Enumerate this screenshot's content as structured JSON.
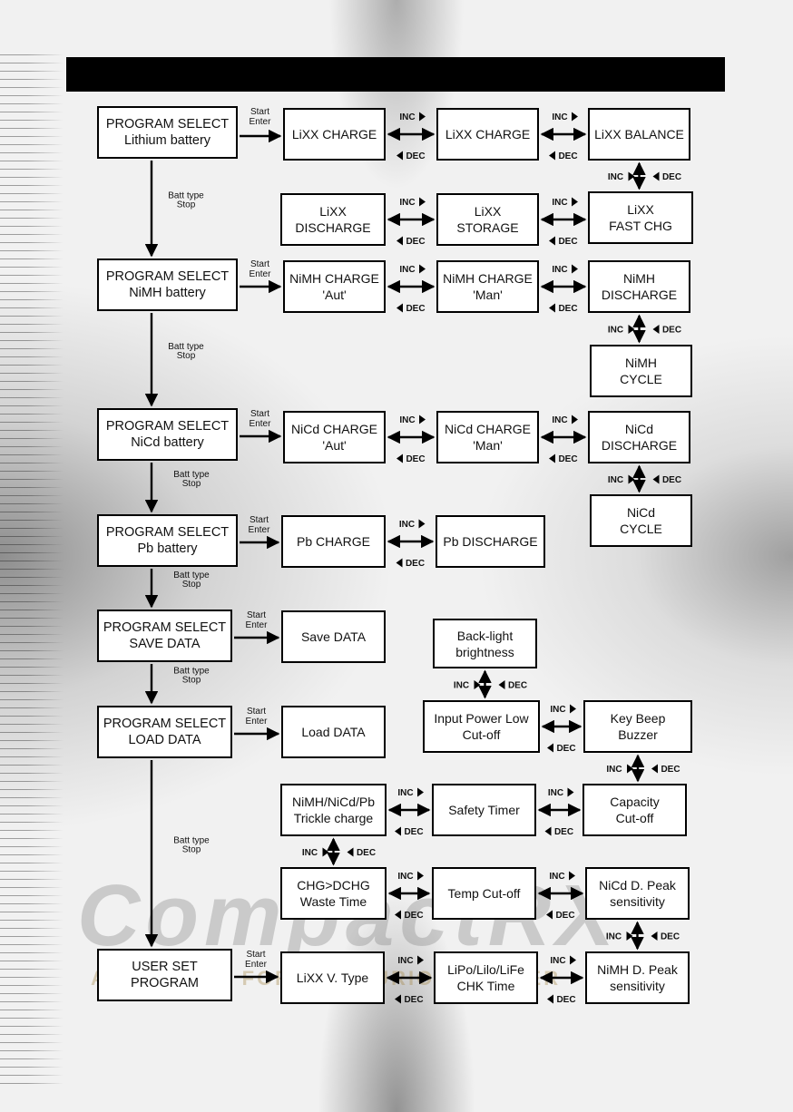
{
  "left_boxes": [
    {
      "id": "L1",
      "text": "PROGRAM SELECT\nLithium battery"
    },
    {
      "id": "L2",
      "text": "PROGRAM SELECT\nNiMH battery"
    },
    {
      "id": "L3",
      "text": "PROGRAM SELECT\nNiCd battery"
    },
    {
      "id": "L4",
      "text": "PROGRAM SELECT\nPb battery"
    },
    {
      "id": "L5",
      "text": "PROGRAM SELECT\nSAVE DATA"
    },
    {
      "id": "L6",
      "text": "PROGRAM SELECT\nLOAD DATA"
    },
    {
      "id": "L7",
      "text": "USER SET\nPROGRAM"
    }
  ],
  "mode_boxes": [
    {
      "id": "A1",
      "text": "LiXX CHARGE"
    },
    {
      "id": "A2",
      "text": "LiXX CHARGE"
    },
    {
      "id": "A3",
      "text": "LiXX BALANCE"
    },
    {
      "id": "A4",
      "text": "LiXX\nDISCHARGE"
    },
    {
      "id": "A5",
      "text": "LiXX\nSTORAGE"
    },
    {
      "id": "A6",
      "text": "LiXX\nFAST CHG"
    },
    {
      "id": "B1",
      "text": "NiMH CHARGE\n'Aut'"
    },
    {
      "id": "B2",
      "text": "NiMH CHARGE\n'Man'"
    },
    {
      "id": "B3",
      "text": "NiMH\nDISCHARGE"
    },
    {
      "id": "B4",
      "text": "NiMH\nCYCLE"
    },
    {
      "id": "C1",
      "text": "NiCd CHARGE\n'Aut'"
    },
    {
      "id": "C2",
      "text": "NiCd CHARGE\n'Man'"
    },
    {
      "id": "C3",
      "text": "NiCd\nDISCHARGE"
    },
    {
      "id": "C4",
      "text": "NiCd\nCYCLE"
    },
    {
      "id": "D1",
      "text": "Pb CHARGE"
    },
    {
      "id": "D2",
      "text": "Pb DISCHARGE"
    },
    {
      "id": "E1",
      "text": "Save DATA"
    },
    {
      "id": "F1",
      "text": "Load DATA"
    },
    {
      "id": "G1",
      "text": "Back-light\nbrightness"
    },
    {
      "id": "G2",
      "text": "Input Power Low\nCut-off"
    },
    {
      "id": "G3",
      "text": "Key Beep\nBuzzer"
    },
    {
      "id": "G4",
      "text": "Capacity\nCut-off"
    },
    {
      "id": "G5",
      "text": "Safety Timer"
    },
    {
      "id": "G6",
      "text": "NiMH/NiCd/Pb\nTrickle charge"
    },
    {
      "id": "G7",
      "text": "CHG>DCHG\nWaste Time"
    },
    {
      "id": "G8",
      "text": "Temp Cut-off"
    },
    {
      "id": "G9",
      "text": "NiCd D. Peak\nsensitivity"
    },
    {
      "id": "G10",
      "text": "NiMH D. Peak\nsensitivity"
    },
    {
      "id": "G11",
      "text": "LiPo/Lilo/LiFe\nCHK Time"
    },
    {
      "id": "G12",
      "text": "LiXX V. Type"
    }
  ],
  "labels": {
    "start": "Start",
    "enter": "Enter",
    "batt_type": "Batt type",
    "stop": "Stop",
    "inc": "INC",
    "dec": "DEC"
  },
  "watermark": {
    "logo": "CompactRX",
    "tagline": "A WEB SITE FOR THE CURIOUS RACER"
  }
}
